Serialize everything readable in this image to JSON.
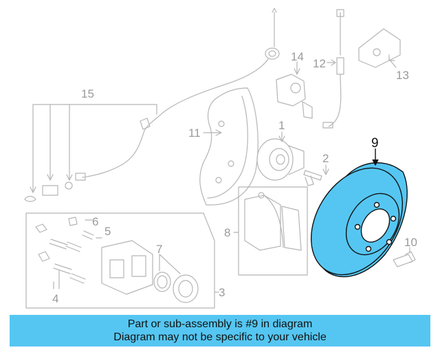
{
  "callouts": {
    "c1": "1",
    "c2": "2",
    "c3": "3",
    "c4": "4",
    "c5": "5",
    "c6": "6",
    "c7": "7",
    "c8": "8",
    "c9": "9",
    "c10": "10",
    "c11": "11",
    "c12": "12",
    "c13": "13",
    "c14": "14",
    "c15": "15"
  },
  "highlight_color": "#55c6f2",
  "banner": {
    "line1": "Part or sub-assembly is #9 in diagram",
    "line2": "Diagram may not be specific to your vehicle"
  }
}
